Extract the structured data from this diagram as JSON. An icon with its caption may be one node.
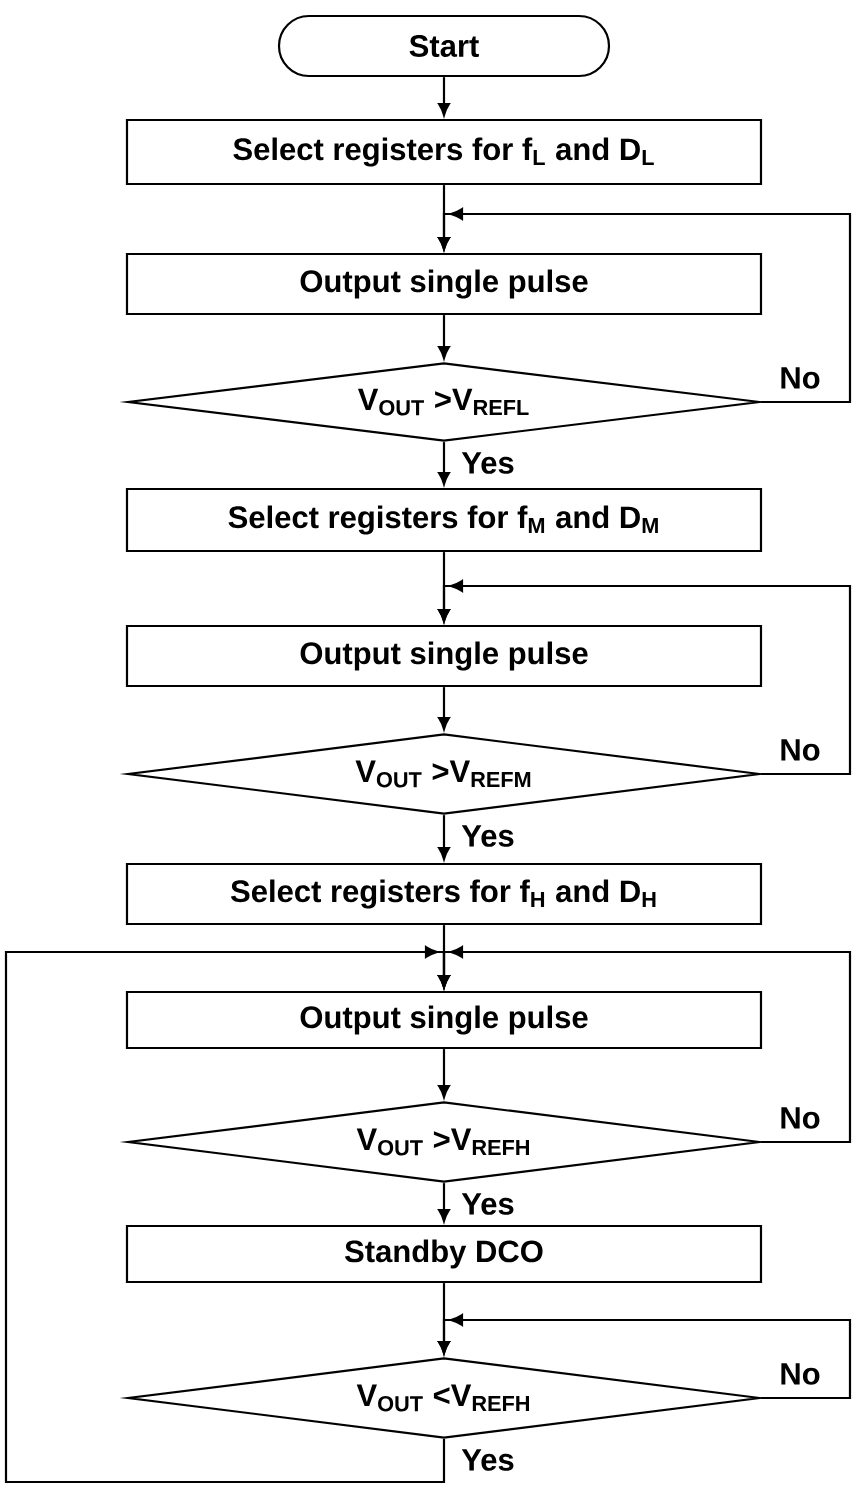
{
  "diagram": {
    "nodes": [
      {
        "text": [
          "Start"
        ]
      },
      {
        "text": [
          "Select registers for f$_{L}$ and D$_{L}$"
        ]
      },
      {
        "text": [
          "Output single pulse"
        ]
      },
      {
        "text": [
          "V$_{OUT}$ >V$_{REFL}$"
        ]
      },
      {
        "text": [
          "Select registers for f$_{M}$ and D$_{M}$"
        ]
      },
      {
        "text": [
          "Output single pulse"
        ]
      },
      {
        "text": [
          "V$_{OUT}$ >V$_{REFM}$"
        ]
      },
      {
        "text": [
          "Select registers for f$_{H}$ and D$_{H}$"
        ]
      },
      {
        "text": [
          "Output single pulse"
        ]
      },
      {
        "text": [
          "V$_{OUT}$ >V$_{REFH}$"
        ]
      },
      {
        "text": [
          "Standby DCO"
        ]
      },
      {
        "text": [
          "V$_{OUT}$ <V$_{REFH}$"
        ]
      }
    ],
    "edges": [
      {
        "from": 0,
        "to": 1,
        "arrow": "to"
      },
      {
        "from": 1,
        "to": 2,
        "arrow": "to"
      },
      {
        "from": 2,
        "to": 3,
        "arrow": "to"
      },
      {
        "from": 3,
        "to": 4,
        "arrow": "to",
        "label": "Yes"
      },
      {
        "from": 3,
        "to": 2,
        "arrow": "to",
        "label": "No"
      },
      {
        "from": 4,
        "to": 5,
        "arrow": "to"
      },
      {
        "from": 5,
        "to": 6,
        "arrow": "to"
      },
      {
        "from": 6,
        "to": 7,
        "arrow": "to",
        "label": "Yes"
      },
      {
        "from": 6,
        "to": 5,
        "arrow": "to",
        "label": "No"
      },
      {
        "from": 7,
        "to": 8,
        "arrow": "to"
      },
      {
        "from": 8,
        "to": 9,
        "arrow": "to"
      },
      {
        "from": 9,
        "to": 10,
        "arrow": "to",
        "label": "Yes"
      },
      {
        "from": 9,
        "to": 8,
        "arrow": "to",
        "label": "No"
      },
      {
        "from": 10,
        "to": 11,
        "arrow": "to"
      },
      {
        "from": 11,
        "to": 11,
        "arrow": "to",
        "label": "No"
      },
      {
        "from": 11,
        "to": 8,
        "arrow": "to",
        "label": "Yes"
      }
    ]
  }
}
